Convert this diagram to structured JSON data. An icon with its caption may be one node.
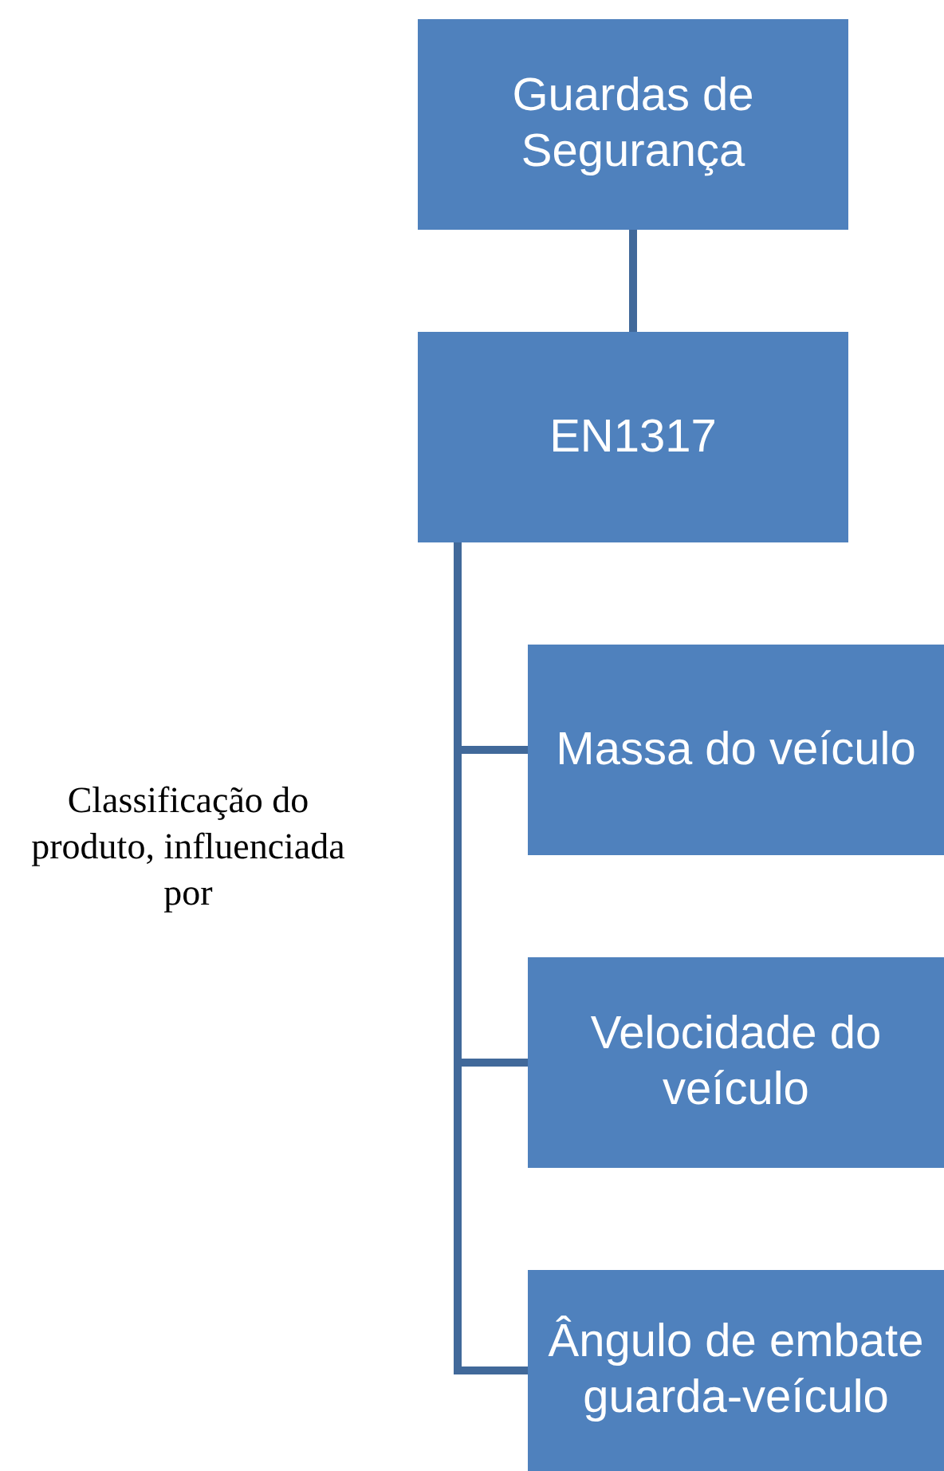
{
  "diagram": {
    "nodes": [
      {
        "text": [
          "Guardas de Segurança"
        ]
      },
      {
        "text": [
          "EN1317"
        ]
      },
      {
        "text": [
          "Massa do veículo"
        ]
      },
      {
        "text": [
          "Velocidade do veículo"
        ]
      },
      {
        "text": [
          "Ângulo de embate guarda-veículo"
        ]
      }
    ],
    "edges": [
      {
        "from": 0,
        "to": 1,
        "arrow": "none"
      },
      {
        "from": 1,
        "to": 2,
        "arrow": "none"
      },
      {
        "from": 1,
        "to": 3,
        "arrow": "none"
      },
      {
        "from": 1,
        "to": 4,
        "arrow": "none"
      }
    ],
    "labels": [
      "Classificação do produto, influenciada por"
    ]
  }
}
